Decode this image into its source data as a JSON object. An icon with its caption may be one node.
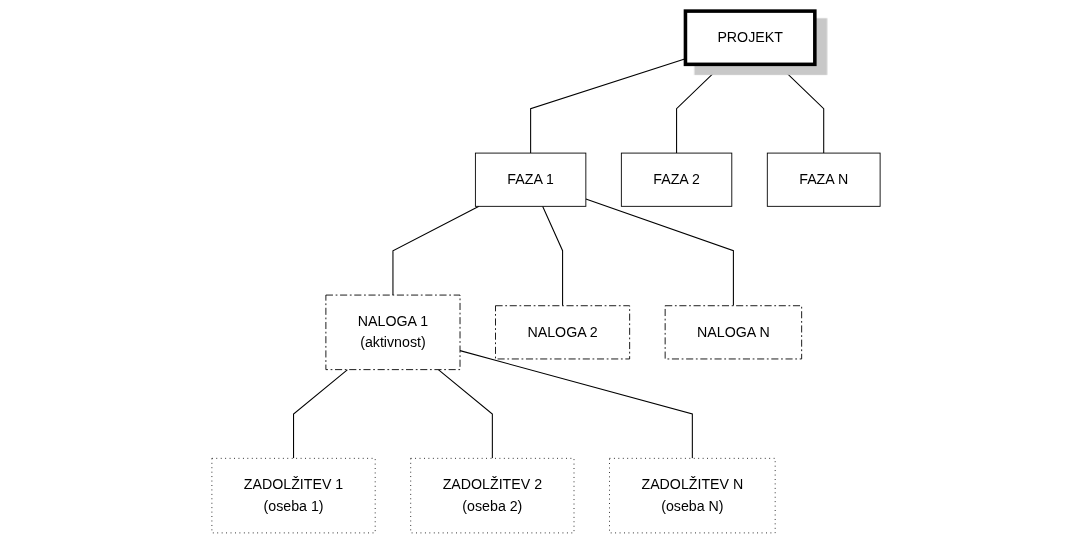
{
  "diagram": {
    "nodes": [
      {
        "text": [
          "PROJEKT"
        ]
      },
      {
        "text": [
          "FAZA 1"
        ]
      },
      {
        "text": [
          "FAZA 2"
        ]
      },
      {
        "text": [
          "FAZA N"
        ]
      },
      {
        "text": [
          "NALOGA 1",
          "(aktivnost)"
        ]
      },
      {
        "text": [
          "NALOGA 2"
        ]
      },
      {
        "text": [
          "NALOGA N"
        ]
      },
      {
        "text": [
          "ZADOLŽITEV 1",
          "(oseba 1)"
        ]
      },
      {
        "text": [
          "ZADOLŽITEV 2",
          "(oseba 2)"
        ]
      },
      {
        "text": [
          "ZADOLŽITEV N",
          "(oseba N)"
        ]
      }
    ],
    "edges": [
      {
        "from": 0,
        "to": 1,
        "arrow": "none"
      },
      {
        "from": 0,
        "to": 2,
        "arrow": "none"
      },
      {
        "from": 0,
        "to": 3,
        "arrow": "none"
      },
      {
        "from": 1,
        "to": 4,
        "arrow": "none"
      },
      {
        "from": 1,
        "to": 5,
        "arrow": "none"
      },
      {
        "from": 1,
        "to": 6,
        "arrow": "none"
      },
      {
        "from": 4,
        "to": 7,
        "arrow": "none"
      },
      {
        "from": 4,
        "to": 8,
        "arrow": "none"
      },
      {
        "from": 4,
        "to": 9,
        "arrow": "none"
      }
    ]
  }
}
